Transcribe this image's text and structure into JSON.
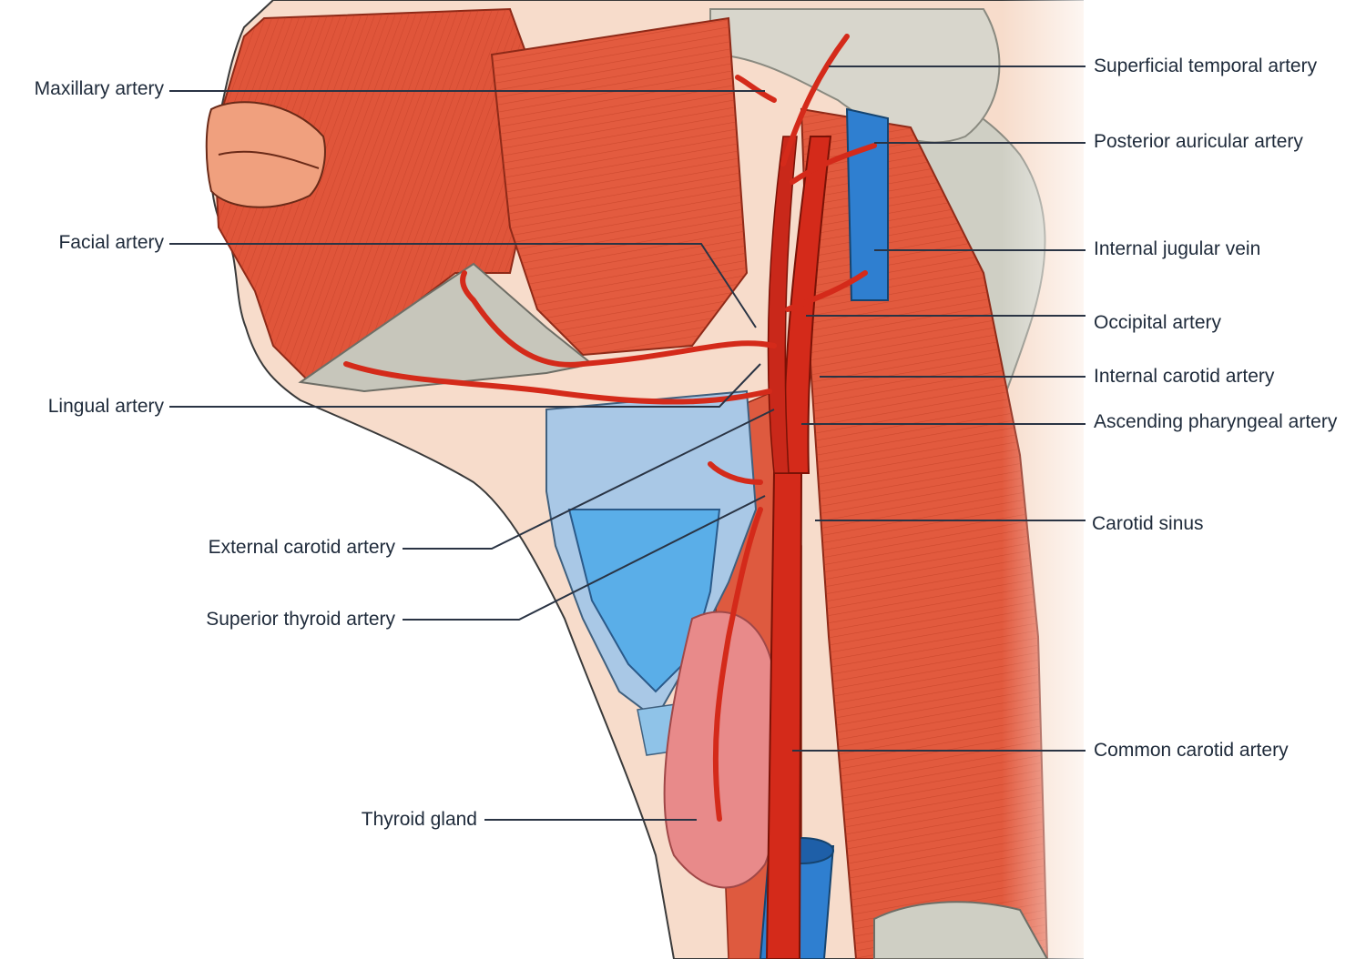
{
  "figure": {
    "labels": {
      "maxillary_artery": "Maxillary artery",
      "facial_artery": "Facial artery",
      "lingual_artery": "Lingual artery",
      "external_carotid_artery": "External carotid artery",
      "superior_thyroid_artery": "Superior thyroid artery",
      "thyroid_gland": "Thyroid gland",
      "superficial_temporal_artery": "Superficial temporal artery",
      "posterior_auricular_artery": "Posterior auricular artery",
      "internal_jugular_vein": "Internal jugular vein",
      "occipital_artery": "Occipital artery",
      "internal_carotid_artery": "Internal carotid artery",
      "ascending_pharyngeal_artery": "Ascending pharyngeal artery",
      "carotid_sinus": "Carotid sinus",
      "common_carotid_artery": "Common carotid artery"
    },
    "colors": {
      "muscle": "#e0553a",
      "muscle_dark": "#b8381f",
      "artery": "#d42a1a",
      "vein": "#2f7fd0",
      "cartilage": "#5aaee8",
      "thyroid": "#e88a8a",
      "skin": "#f7dccb",
      "bone": "#cfcfc4",
      "leader_line": "#2a3444"
    }
  }
}
